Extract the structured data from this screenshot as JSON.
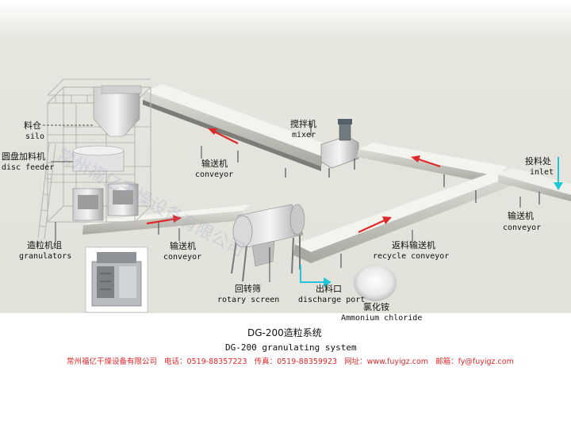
{
  "labels": {
    "silo": {
      "zh": "料仓",
      "en": "silo"
    },
    "disc_feeder": {
      "zh": "圆盘加料机",
      "en": "disc feeder"
    },
    "granulators": {
      "zh": "造粒机组",
      "en": "granulators"
    },
    "conveyor_top": {
      "zh": "输送机",
      "en": "conveyor"
    },
    "mixer": {
      "zh": "搅拌机",
      "en": "mixer"
    },
    "inlet": {
      "zh": "投料处",
      "en": "inlet"
    },
    "conveyor_right": {
      "zh": "输送机",
      "en": "conveyor"
    },
    "conveyor_bottom": {
      "zh": "输送机",
      "en": "conveyor"
    },
    "recycle_conveyor": {
      "zh": "返料输送机",
      "en": "recycle conveyor"
    },
    "rotary_screen": {
      "zh": "回转筛",
      "en": "rotary screen"
    },
    "discharge_port": {
      "zh": "出料口",
      "en": "discharge port"
    },
    "ammonium_chloride": {
      "zh": "氯化铵",
      "en": "Ammonium chloride"
    }
  },
  "title": {
    "zh": "DG-200造粒系统",
    "en": "DG-200 granulating system"
  },
  "watermark": "常州福亿干燥设备有限公司",
  "footer": "常州福亿干燥设备有限公司   电话：0519-88357223   传真：0519-88359923   网址：www.fuyigz.com   邮箱：fy@fuyigz.com",
  "colors": {
    "arrow": "#e0282a",
    "cyan_arrow": "#1fc7d8",
    "footer": "#e0282a"
  }
}
